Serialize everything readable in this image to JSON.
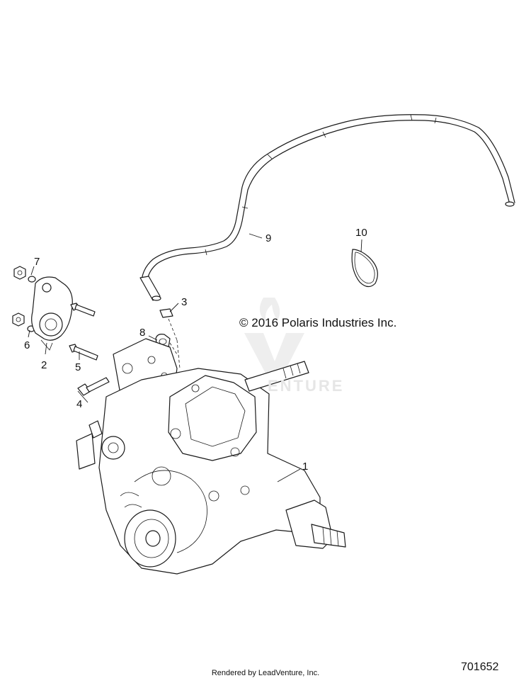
{
  "callouts": [
    {
      "id": "1",
      "label": "1"
    },
    {
      "id": "2",
      "label": "2"
    },
    {
      "id": "3",
      "label": "3"
    },
    {
      "id": "4",
      "label": "4"
    },
    {
      "id": "5",
      "label": "5"
    },
    {
      "id": "6",
      "label": "6"
    },
    {
      "id": "7",
      "label": "7"
    },
    {
      "id": "8",
      "label": "8"
    },
    {
      "id": "9",
      "label": "9"
    },
    {
      "id": "10",
      "label": "10"
    }
  ],
  "copyright": "© 2016 Polaris Industries Inc.",
  "watermark": "ENTURE",
  "footer": {
    "rendered_by": "Rendered by LeadVenture, Inc.",
    "diagram_id": "701652"
  }
}
